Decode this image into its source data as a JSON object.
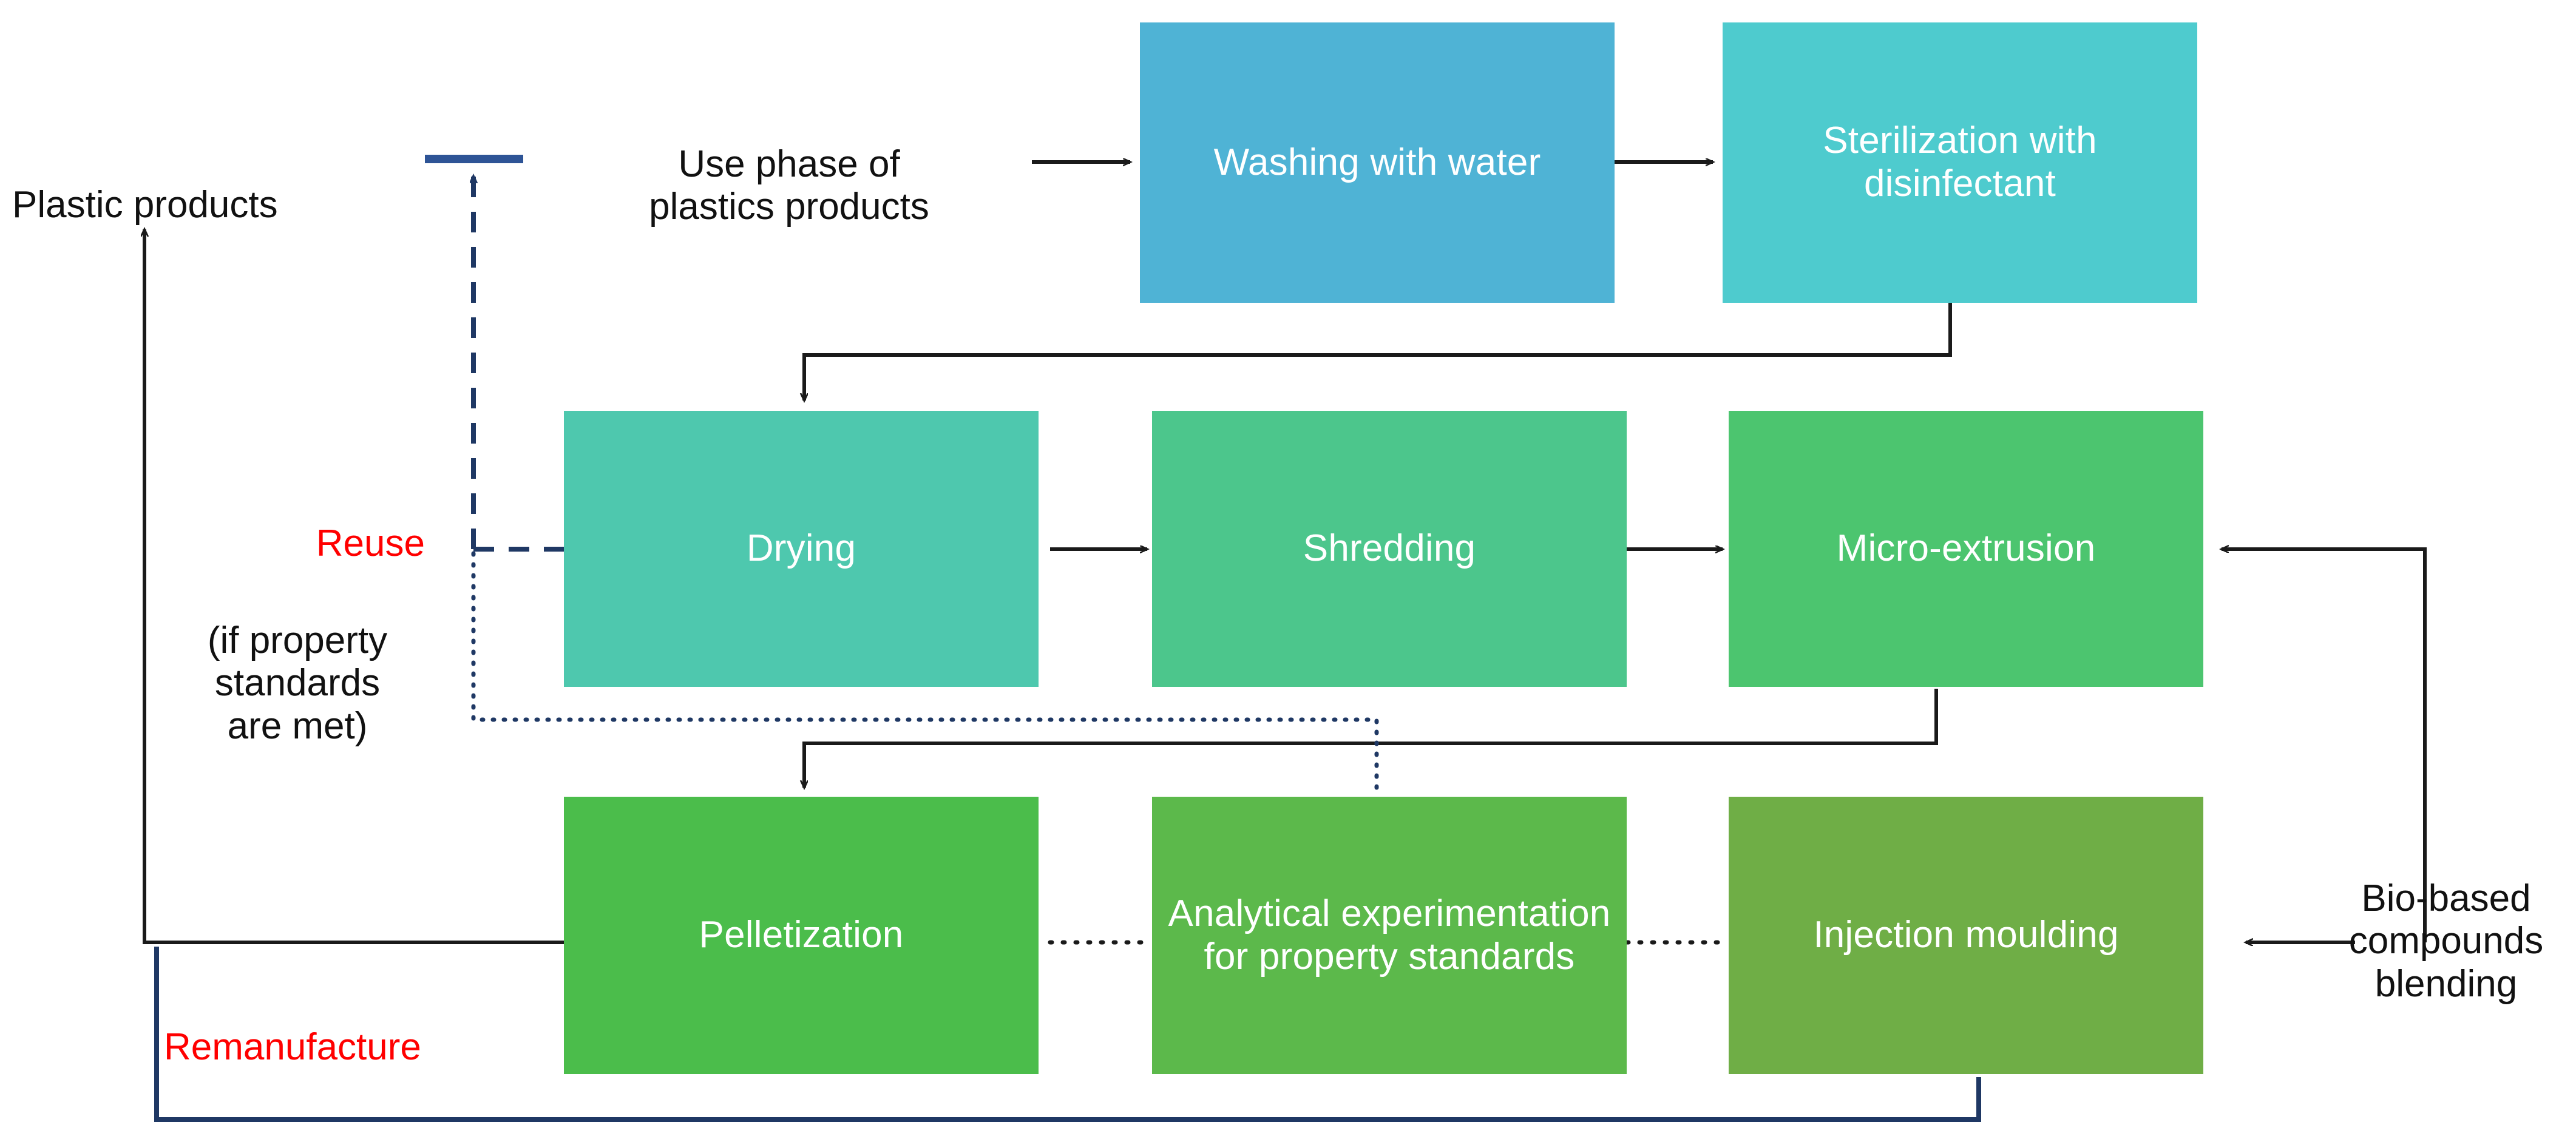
{
  "diagram": {
    "title": "Plastics circular economy process flow",
    "colors": {
      "washing": "#4FB3D5",
      "sterilization": "#4ECBCE",
      "drying": "#4EC8AE",
      "shredding": "#4CC68C",
      "micro_extrusion": "#4CC56F",
      "pelletization": "#4BBD4B",
      "analytical": "#5CB94B",
      "injection": "#6FAE46",
      "arrow_black": "#1a1a1a",
      "loop_navy": "#1F3864",
      "accent_red": "#FF0000",
      "text_dark": "#111111",
      "text_light": "#FFFFFF"
    },
    "boxes": [
      {
        "id": "washing",
        "label": "Washing with\nwater"
      },
      {
        "id": "sterilization",
        "label": "Sterilization with\ndisinfectant"
      },
      {
        "id": "drying",
        "label": "Drying"
      },
      {
        "id": "shredding",
        "label": "Shredding"
      },
      {
        "id": "micro_extrusion",
        "label": "Micro-extrusion"
      },
      {
        "id": "pelletization",
        "label": "Pelletization"
      },
      {
        "id": "analytical",
        "label": "Analytical\nexperimentation\nfor property\nstandards"
      },
      {
        "id": "injection",
        "label": "Injection\nmoulding"
      }
    ],
    "labels": {
      "plastic_products": "Plastic products",
      "use_phase": "Use phase of\nplastics products",
      "reuse": "Reuse",
      "reuse_condition": "(if property\nstandards\nare met)",
      "remanufacture": "Remanufacture",
      "bio_based": "Bio-based\ncompounds\nblending"
    }
  }
}
